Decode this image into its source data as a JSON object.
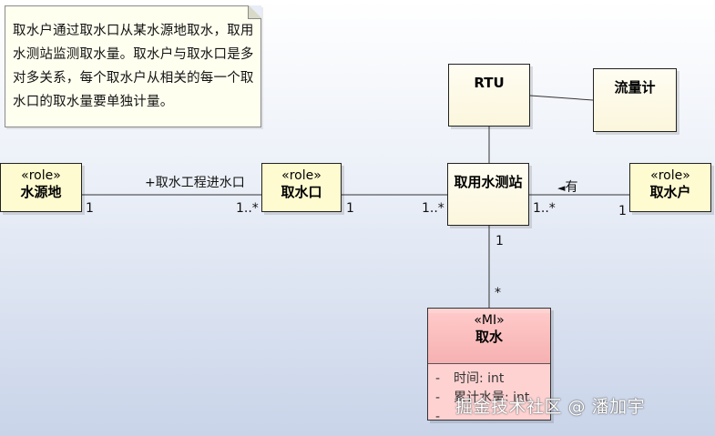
{
  "note": {
    "text": "取水户通过取水口从某水源地取水，取用水测站监测取水量。取水户与取水口是多对多关系，每个取水户从相关的每一个取水口的取水量要单独计量。"
  },
  "classes": {
    "water_source": {
      "stereotype": "«role»",
      "name": "水源地"
    },
    "intake": {
      "stereotype": "«role»",
      "name": "取水口"
    },
    "station": {
      "name": "取用水测站"
    },
    "water_user": {
      "stereotype": "«role»",
      "name": "取水户"
    },
    "rtu": {
      "name": "RTU"
    },
    "flowmeter": {
      "name": "流量计"
    },
    "withdrawal": {
      "stereotype": "«MI»",
      "name": "取水",
      "attributes": [
        {
          "visibility": "-",
          "text": "时间:  int"
        },
        {
          "visibility": "-",
          "text": "累计水量:  int"
        },
        {
          "visibility": "-",
          "text": ""
        }
      ]
    }
  },
  "associations": {
    "source_intake": {
      "role": "+取水工程进水口",
      "mult_source": "1",
      "mult_intake": "1..*"
    },
    "intake_station": {
      "mult_intake": "1",
      "mult_station": "1..*"
    },
    "station_user": {
      "mult_station": "1..*",
      "mult_user": "1",
      "arrow": "◄",
      "name": "有"
    },
    "station_withdrawal": {
      "mult_station": "1",
      "mult_withdrawal": "*"
    }
  },
  "watermark": {
    "text": "掘金技术社区 @ 潘加宇"
  },
  "colors": {
    "role_fill": "#fffbd0",
    "class_fill": "#fbf6dc",
    "mi_fill": "#ffd2d2",
    "background": "#c9d4e9"
  }
}
